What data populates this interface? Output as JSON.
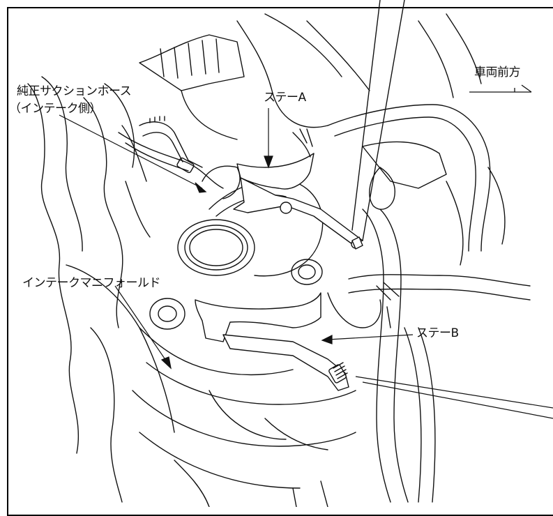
{
  "labels": {
    "intake_hose": "純正サクションホース",
    "intake_hose_side": "（インテーク側）",
    "stay_a": "ステーA",
    "stay_b": "ステーB",
    "intake_manifold": "インテークマニフォールド",
    "vehicle_front": "車両前方"
  },
  "colors": {
    "line": "#111111",
    "fill": "#ffffff"
  },
  "icons": {
    "front_arrow": "arrow-right-icon"
  }
}
